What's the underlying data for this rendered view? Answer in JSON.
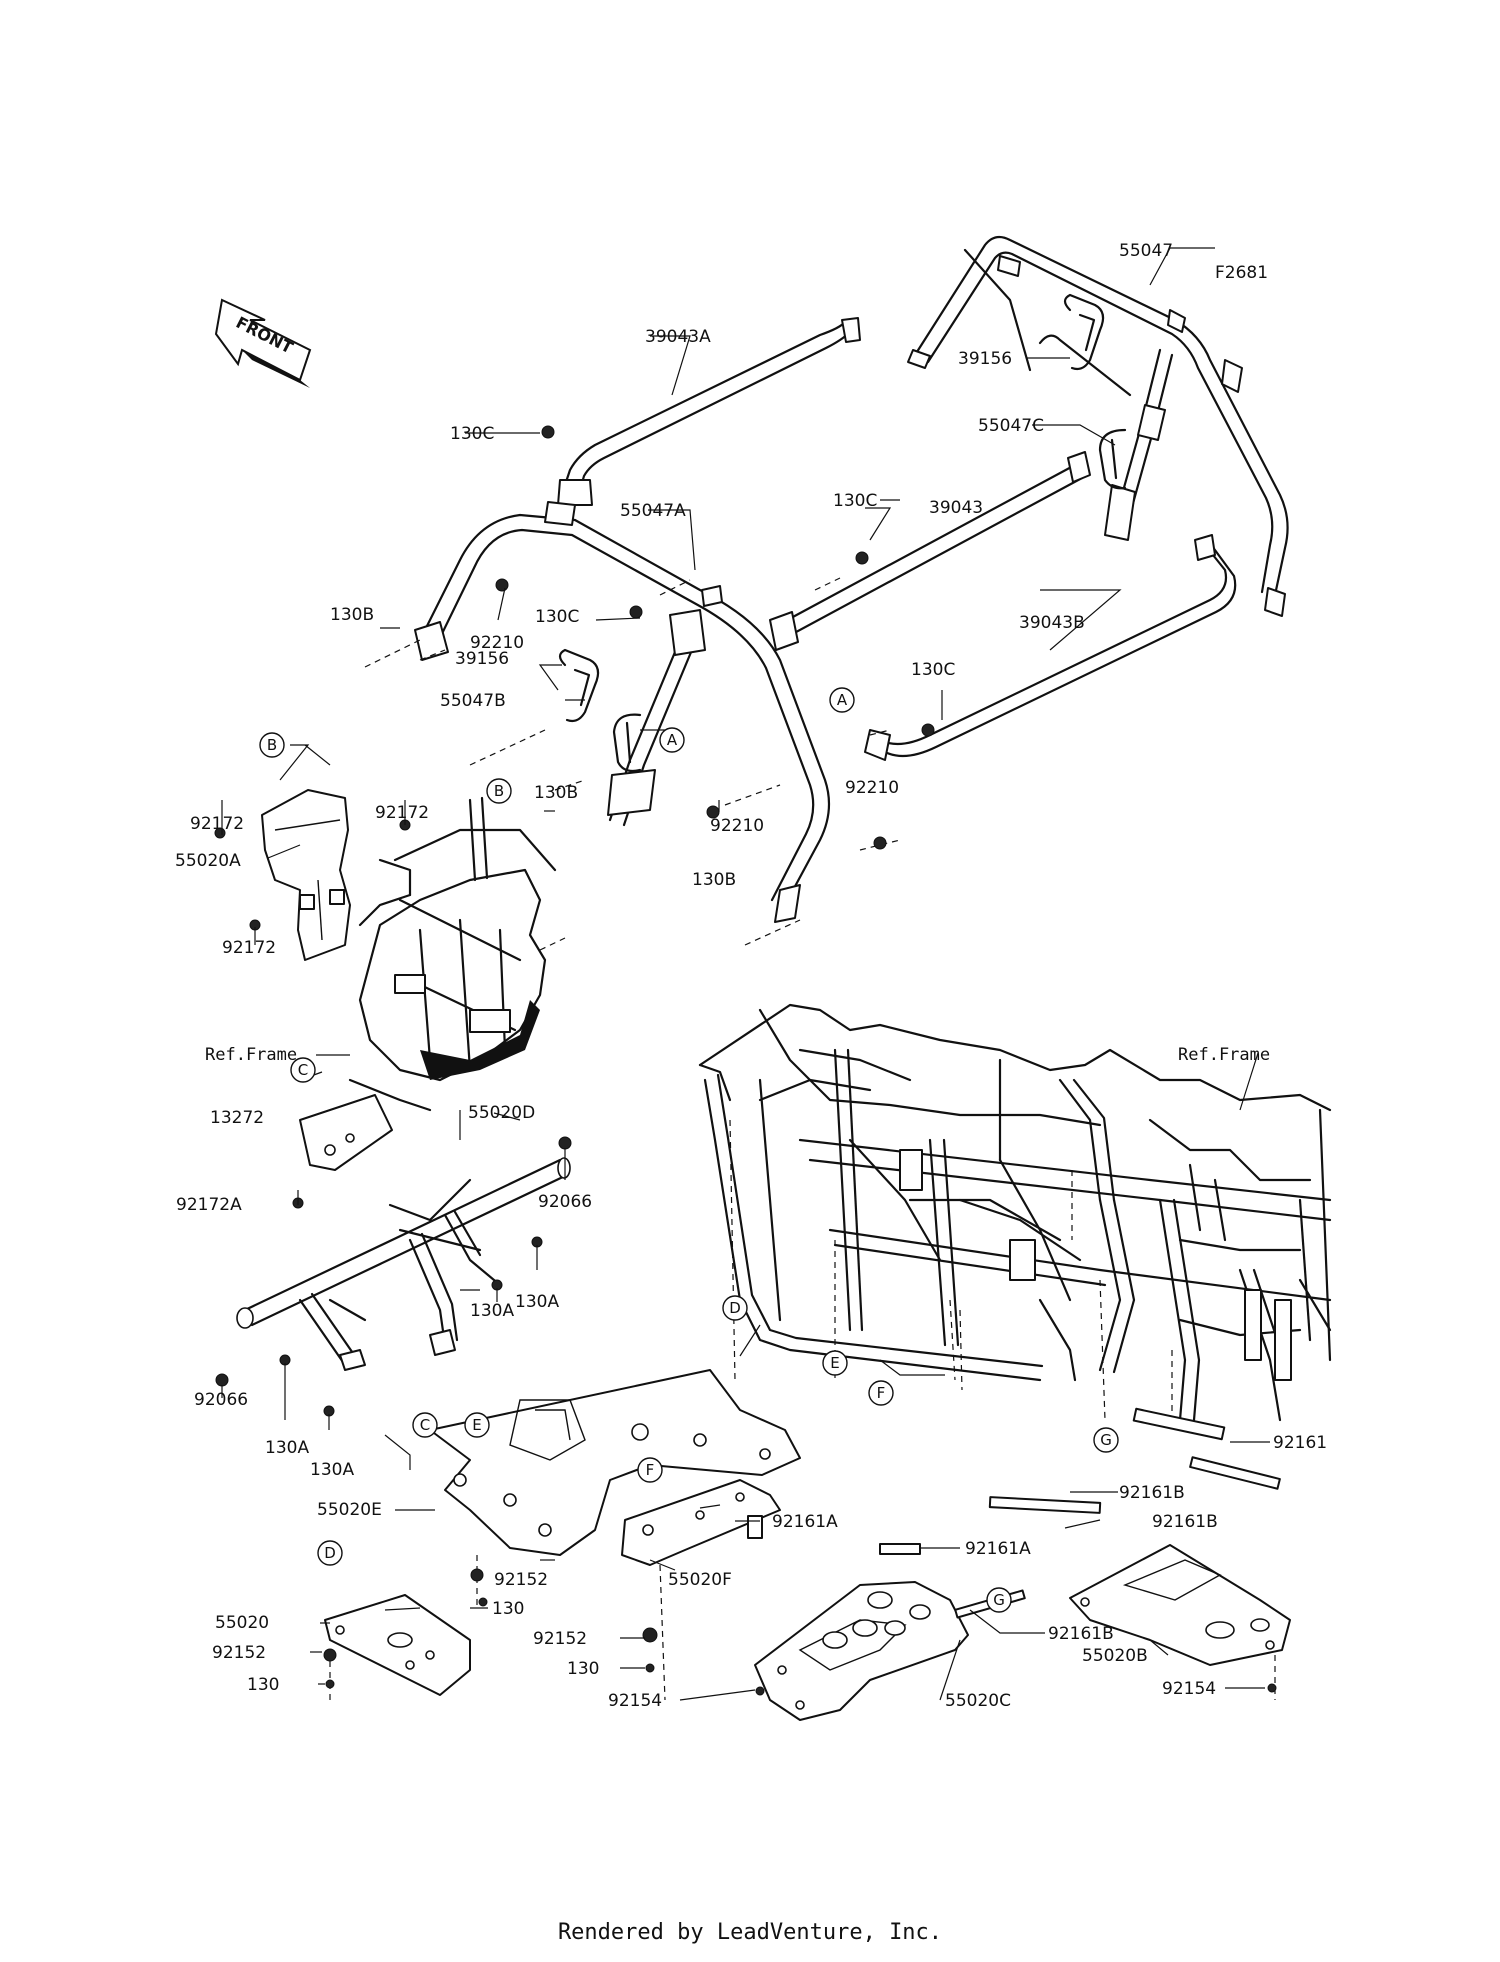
{
  "diagram": {
    "figure_code": "F2681",
    "front_label": "FRONT",
    "ref_frame_label": "Ref.Frame",
    "parts": {
      "p55047": "55047",
      "p39043A": "39043A",
      "p39156_top": "39156",
      "p55047C": "55047C",
      "p130C_1": "130C",
      "p39043": "39043",
      "p55047A": "55047A",
      "p130C_2": "130C",
      "p130B_1": "130B",
      "p92210_1": "92210",
      "p130C_3": "130C",
      "p39043B": "39043B",
      "p39156_mid": "39156",
      "p55047B": "55047B",
      "p130C_4": "130C",
      "p92172_1": "92172",
      "p92172_2": "92172",
      "p55020A": "55020A",
      "p130B_2": "130B",
      "p92210_2": "92210",
      "p92210_3": "92210",
      "p92172_3": "92172",
      "p130B_3": "130B",
      "p13272": "13272",
      "p55020D": "55020D",
      "p92066_1": "92066",
      "p92172A": "92172A",
      "p130A_1": "130A",
      "p130A_2": "130A",
      "p92066_2": "92066",
      "p130A_3": "130A",
      "p130A_4": "130A",
      "p92161": "92161",
      "p55020E": "55020E",
      "p92161B_1": "92161B",
      "p92161A_1": "92161A",
      "p92161B_2": "92161B",
      "p92152_1": "92152",
      "p55020F": "55020F",
      "p92161A_2": "92161A",
      "p130_1": "130",
      "p55020": "55020",
      "p92152_2": "92152",
      "p92161B_3": "92161B",
      "p92152_3": "92152",
      "p55020B": "55020B",
      "p130_2": "130",
      "p130_3": "130",
      "p92154_1": "92154",
      "p55020C": "55020C",
      "p92154_2": "92154"
    },
    "refs": {
      "A": "A",
      "B": "B",
      "C": "C",
      "D": "D",
      "E": "E",
      "F": "F",
      "G": "G"
    }
  },
  "footer": {
    "credit": "Rendered by LeadVenture, Inc."
  }
}
